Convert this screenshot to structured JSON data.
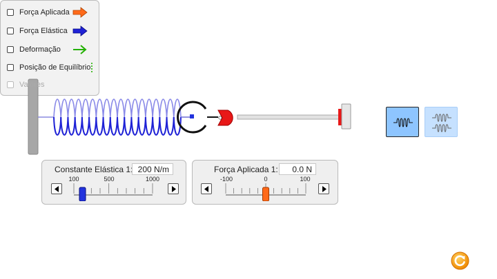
{
  "checkboxes": {
    "applied_force": "Força Aplicada",
    "spring_force": "Força Elástica",
    "displacement": "Deformação",
    "equilibrium": "Posição de Equilíbrio",
    "values": "Valores"
  },
  "spring_constant": {
    "title": "Constante Elástica 1:",
    "value": "200 N/m",
    "ticks": [
      "100",
      "500",
      "1000"
    ],
    "slider_fraction": 0.11
  },
  "applied_force": {
    "title": "Força Aplicada 1:",
    "value": "0.0 N",
    "ticks": [
      "-100",
      "0",
      "100"
    ],
    "slider_fraction": 0.5
  },
  "colors": {
    "applied_force_arrow": "#ff6a1a",
    "spring_force_arrow": "#1f22d6",
    "displacement_arrow": "#22b000",
    "equilibrium_line": "#22b000",
    "spring": "#1f22d6",
    "slider_k": "#2233dd",
    "slider_f": "#ff6a1a",
    "mode_selected": "#8ec5ff",
    "mode_unselected": "#c6e1ff",
    "reset": "#f6a100"
  },
  "icons": {
    "reset": "reset-icon",
    "one_spring": "single-spring-icon",
    "two_springs": "double-spring-icon"
  }
}
